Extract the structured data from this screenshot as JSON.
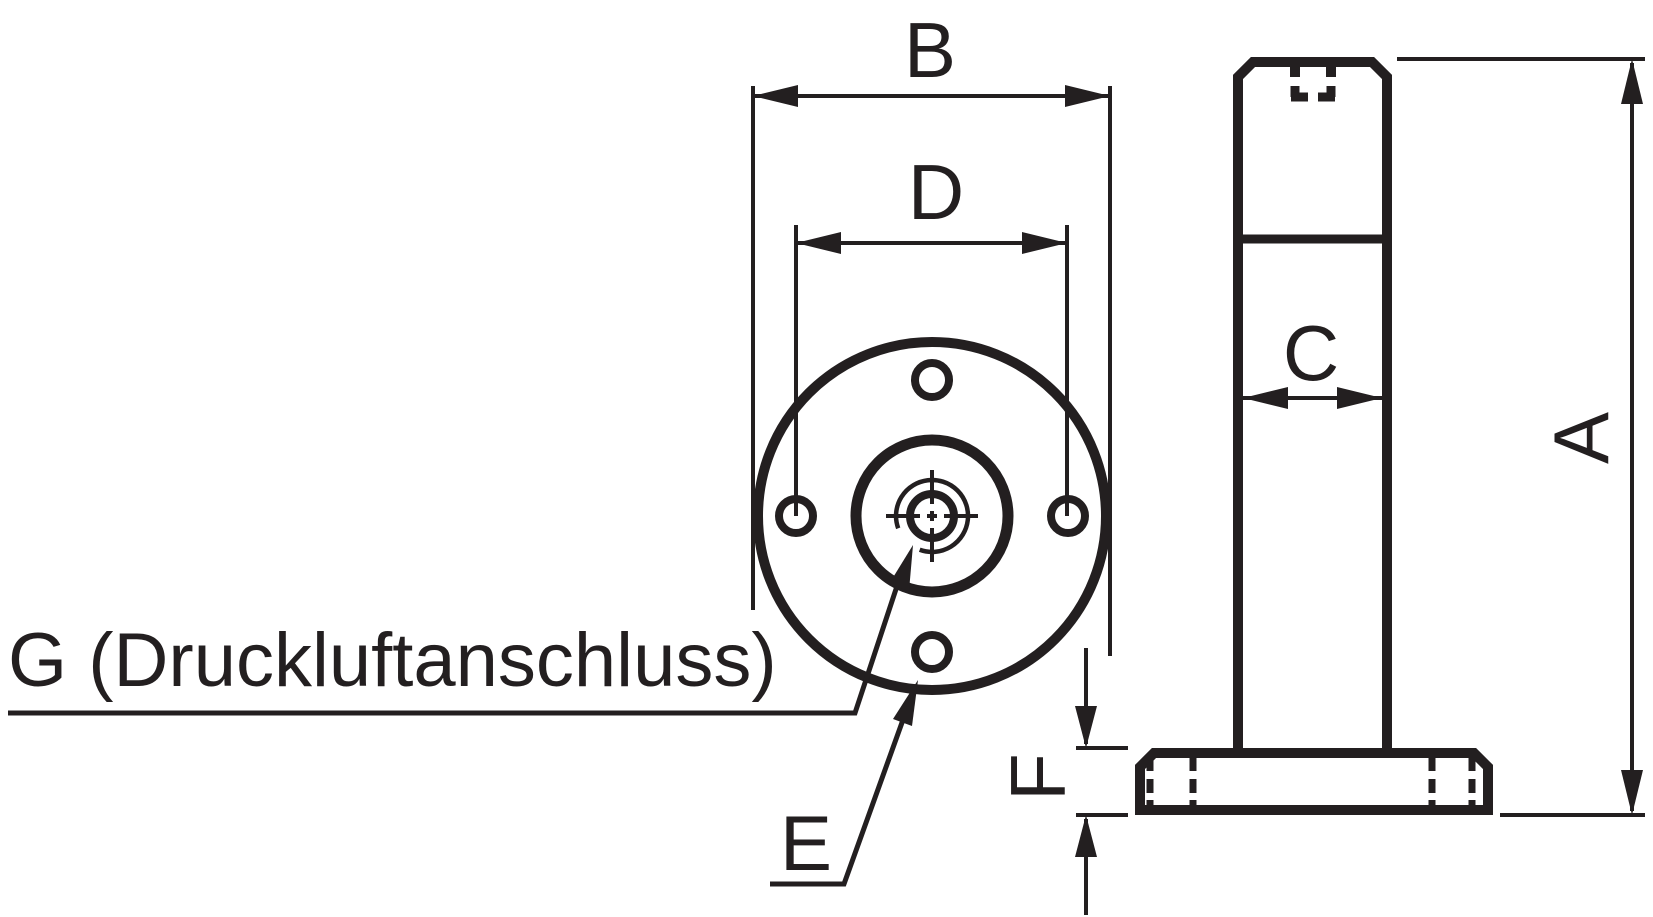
{
  "colors": {
    "ink": "#231F20",
    "paper": "#FFFFFF"
  },
  "labels": {
    "overall_height": "A",
    "flange_diameter": "B",
    "body_width": "C",
    "bolt_circle_diameter": "D",
    "mounting_hole": "E",
    "flange_thickness": "F",
    "air_port": "G (Druckluftanschluss)"
  },
  "front_view": {
    "bolt_hole_count": 4
  }
}
